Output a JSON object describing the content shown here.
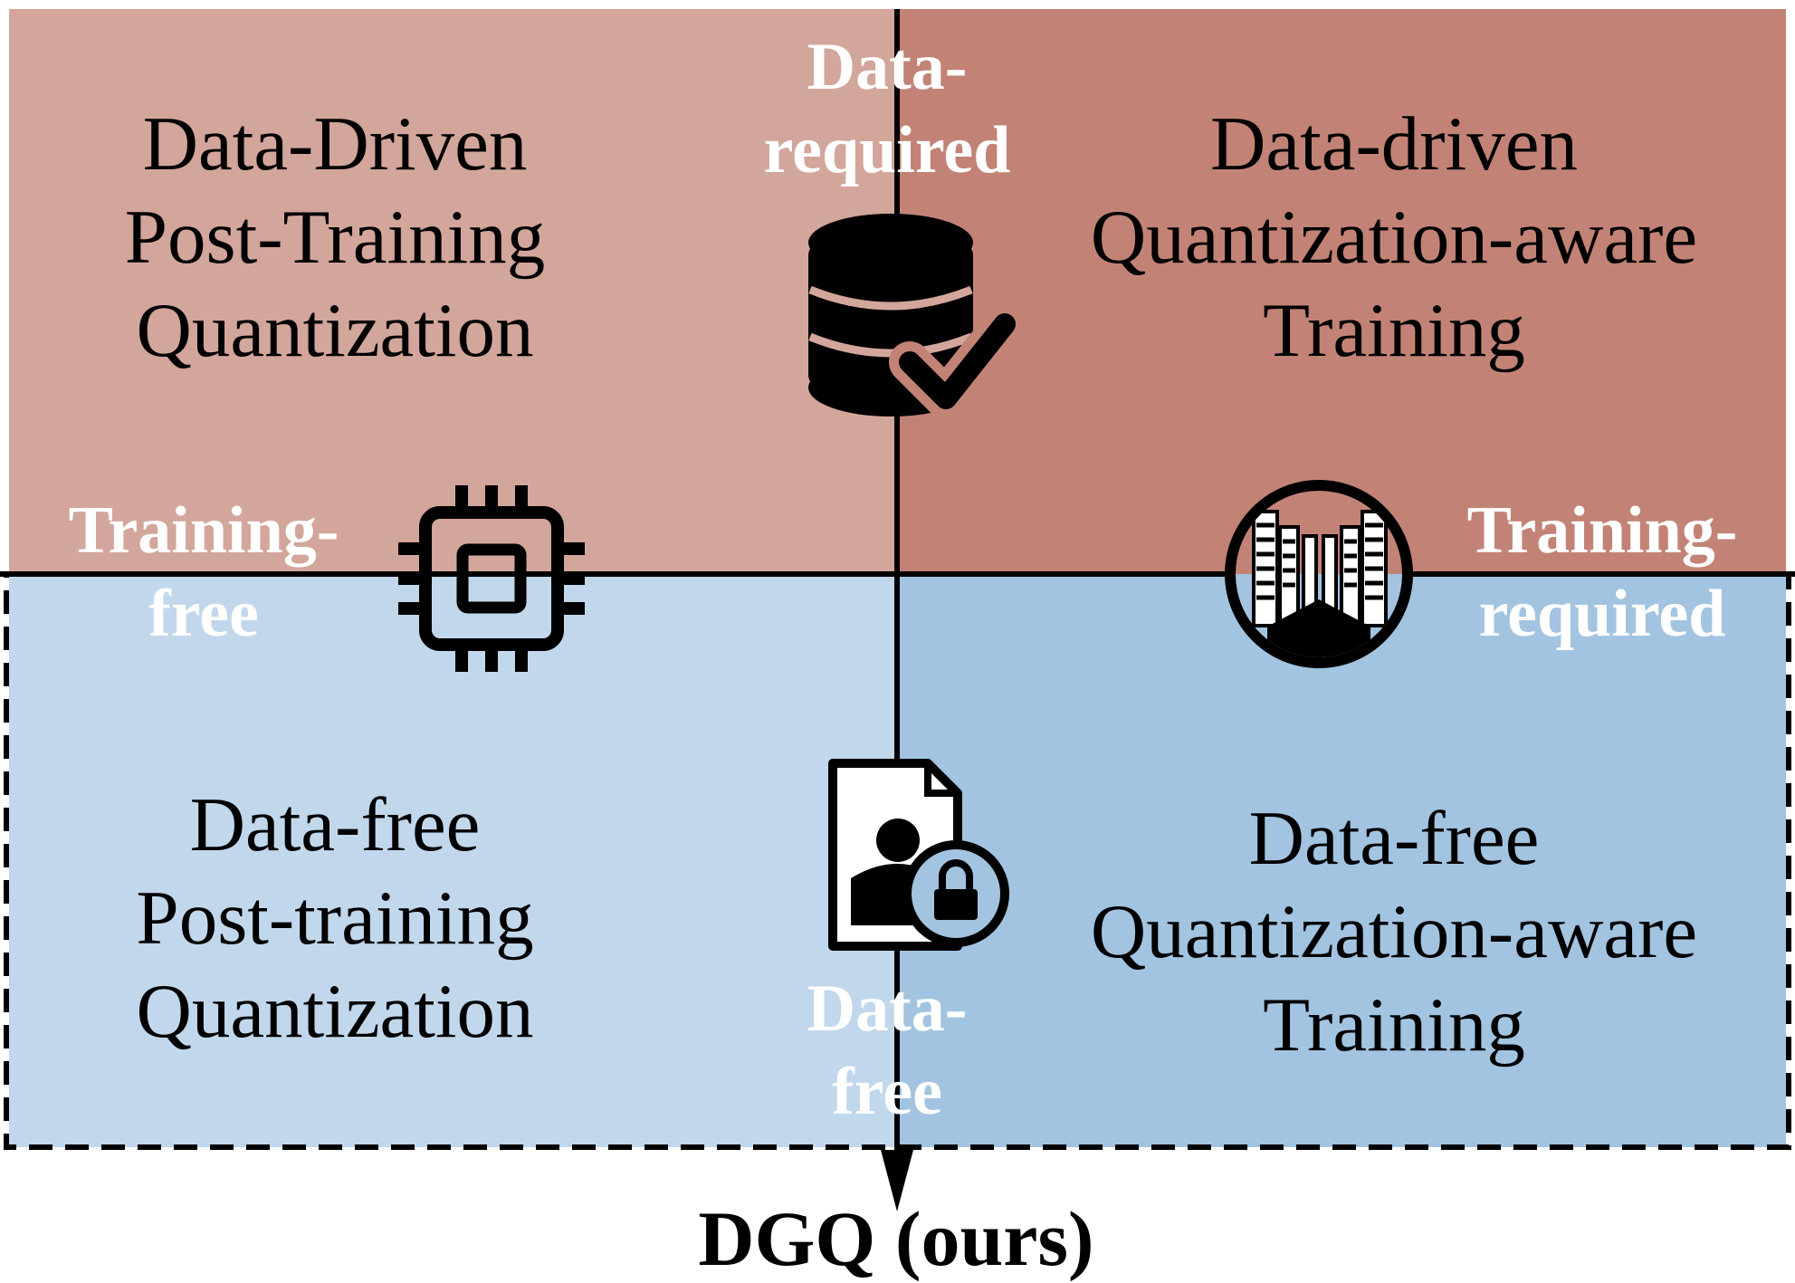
{
  "colors": {
    "top_left": "#d3a69b",
    "top_right": "#c28376",
    "bottom_left": "#c1d7ec",
    "bottom_right": "#a2c4e1",
    "axis": "#000000",
    "axis_label": "#ffffff"
  },
  "quadrants": {
    "top_left": "Data-Driven\nPost-Training\nQuantization",
    "top_right": "Data-driven\nQuantization-aware\nTraining",
    "bottom_left": "Data-free\nPost-training\nQuantization",
    "bottom_right": "Data-free\nQuantization-aware\nTraining"
  },
  "axes": {
    "top": "Data-\nrequired",
    "bottom": "Data-\nfree",
    "left": "Training-\nfree",
    "right": "Training-\nrequired"
  },
  "icons": {
    "top": "database-check-icon",
    "left": "cpu-chip-icon",
    "right": "server-cluster-icon",
    "bottom": "private-document-lock-icon"
  },
  "result": "DGQ (ours)"
}
